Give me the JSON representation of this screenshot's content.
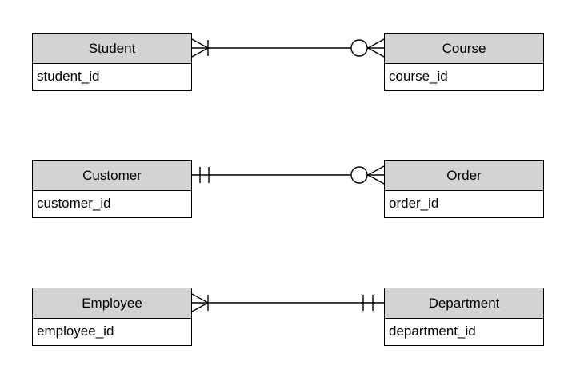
{
  "diagram": {
    "type": "entity-relationship",
    "notation": "crows-foot",
    "background_color": "#ffffff",
    "entity_style": {
      "header_fill": "#d3d3d3",
      "body_fill": "#ffffff",
      "border_color": "#000000",
      "text_color": "#000000"
    },
    "entities": [
      {
        "id": "student",
        "name": "Student",
        "attribute": "student_id"
      },
      {
        "id": "course",
        "name": "Course",
        "attribute": "course_id"
      },
      {
        "id": "customer",
        "name": "Customer",
        "attribute": "customer_id"
      },
      {
        "id": "order",
        "name": "Order",
        "attribute": "order_id"
      },
      {
        "id": "employee",
        "name": "Employee",
        "attribute": "employee_id"
      },
      {
        "id": "department",
        "name": "Department",
        "attribute": "department_id"
      }
    ],
    "relationships": [
      {
        "from": "Student",
        "to": "Course",
        "from_cardinality": "one-or-many",
        "to_cardinality": "zero-or-many"
      },
      {
        "from": "Customer",
        "to": "Order",
        "from_cardinality": "exactly-one",
        "to_cardinality": "zero-or-many"
      },
      {
        "from": "Employee",
        "to": "Department",
        "from_cardinality": "one-or-many",
        "to_cardinality": "exactly-one"
      }
    ]
  }
}
